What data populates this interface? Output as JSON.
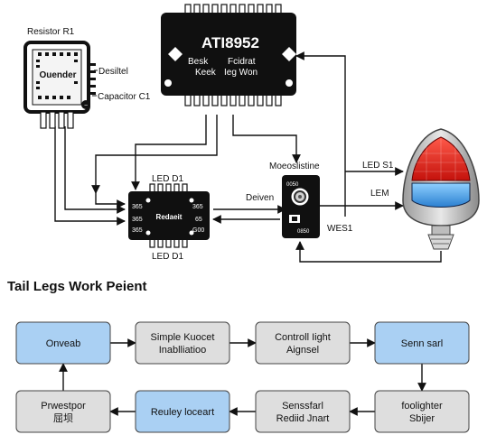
{
  "circuit": {
    "resistor_label": "Resistor R1",
    "resistor_chip_text": "Ouender",
    "desiltel_label": "Desiltel",
    "capacitor_label": "Capacitor C1",
    "mcu_name": "ATI8952",
    "mcu_line1_left": "Besk",
    "mcu_line1_right": "Fcidrat",
    "mcu_line2_left": "Keek",
    "mcu_line2_right": "Ieg Won",
    "led_top_label": "LED D1",
    "led_bottom_label": "LED D1",
    "led_chip_text": "Redaeit",
    "led_pin_l1": "365",
    "led_pin_l2": "365",
    "led_pin_l3": "365",
    "led_pin_r1": "365",
    "led_pin_r2": "65",
    "led_pin_r3": "G00",
    "sensor_title": "Moeoslistine",
    "driver_label": "Deiven",
    "sensor_pin_top": "0050",
    "sensor_pin_bottom": "0850",
    "wes_label": "WES1",
    "led_s1_label": "LED S1",
    "lem_label": "LEM"
  },
  "section_title": "Tail Legs Work Peient",
  "flow": {
    "nodes": [
      {
        "id": "n1",
        "line1": "Onveab",
        "line2": "",
        "highlight": true
      },
      {
        "id": "n2",
        "line1": "Simple Kuocet",
        "line2": "Inablliatioo",
        "highlight": false
      },
      {
        "id": "n3",
        "line1": "Controll Iight",
        "line2": "Aignsel",
        "highlight": false
      },
      {
        "id": "n4",
        "line1": "Senn sarl",
        "line2": "",
        "highlight": true
      },
      {
        "id": "n5",
        "line1": "Prwestpor",
        "line2": "屈坝",
        "highlight": false
      },
      {
        "id": "n6",
        "line1": "Reuley loceart",
        "line2": "",
        "highlight": true
      },
      {
        "id": "n7",
        "line1": "Senssfarl",
        "line2": "Rediid Jnart",
        "highlight": false
      },
      {
        "id": "n8",
        "line1": "foolighter",
        "line2": "Sbijer",
        "highlight": false
      }
    ],
    "edges": [
      {
        "from": "n1",
        "to": "n2"
      },
      {
        "from": "n2",
        "to": "n3"
      },
      {
        "from": "n3",
        "to": "n4"
      },
      {
        "from": "n4",
        "to": "n8"
      },
      {
        "from": "n8",
        "to": "n7"
      },
      {
        "from": "n7",
        "to": "n6"
      },
      {
        "from": "n6",
        "to": "n5"
      },
      {
        "from": "n5",
        "to": "n1"
      }
    ]
  },
  "colors": {
    "box_highlight": "#aad0f3",
    "box_plain": "#dedede",
    "chip_body": "#101010",
    "lamp_red": "#e8221b",
    "lamp_blue": "#4aa3e8"
  }
}
